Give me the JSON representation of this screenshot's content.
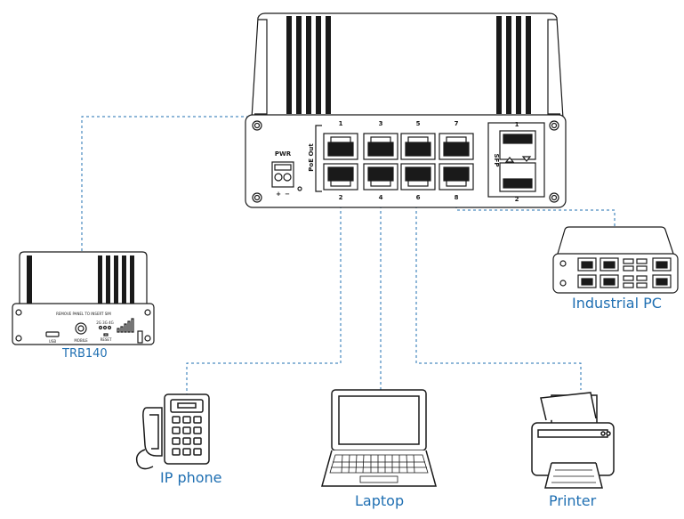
{
  "colors": {
    "outline": "#1a1a1a",
    "link": "#1f6fb2",
    "label": "#1f6fb2"
  },
  "switch": {
    "pwr_label": "PWR",
    "poe_label": "PoE Out",
    "sfp_label": "SFP",
    "port_top_numbers": [
      "1",
      "3",
      "5",
      "7"
    ],
    "port_bottom_numbers": [
      "2",
      "4",
      "6",
      "8"
    ],
    "sfp_numbers": [
      "1",
      "2"
    ],
    "power_terminal_signs": [
      "+",
      "−"
    ]
  },
  "devices": {
    "trb140": {
      "label": "TRB140",
      "panel_text": "REMOVE PANEL TO INSERT SIM",
      "port_labels": [
        "USB",
        "MOBILE",
        "RESET"
      ],
      "led_labels": [
        "2G 3G 4G"
      ]
    },
    "industrial_pc": {
      "label": "Industrial PC"
    },
    "ip_phone": {
      "label": "IP phone"
    },
    "laptop": {
      "label": "Laptop"
    },
    "printer": {
      "label": "Printer"
    }
  }
}
